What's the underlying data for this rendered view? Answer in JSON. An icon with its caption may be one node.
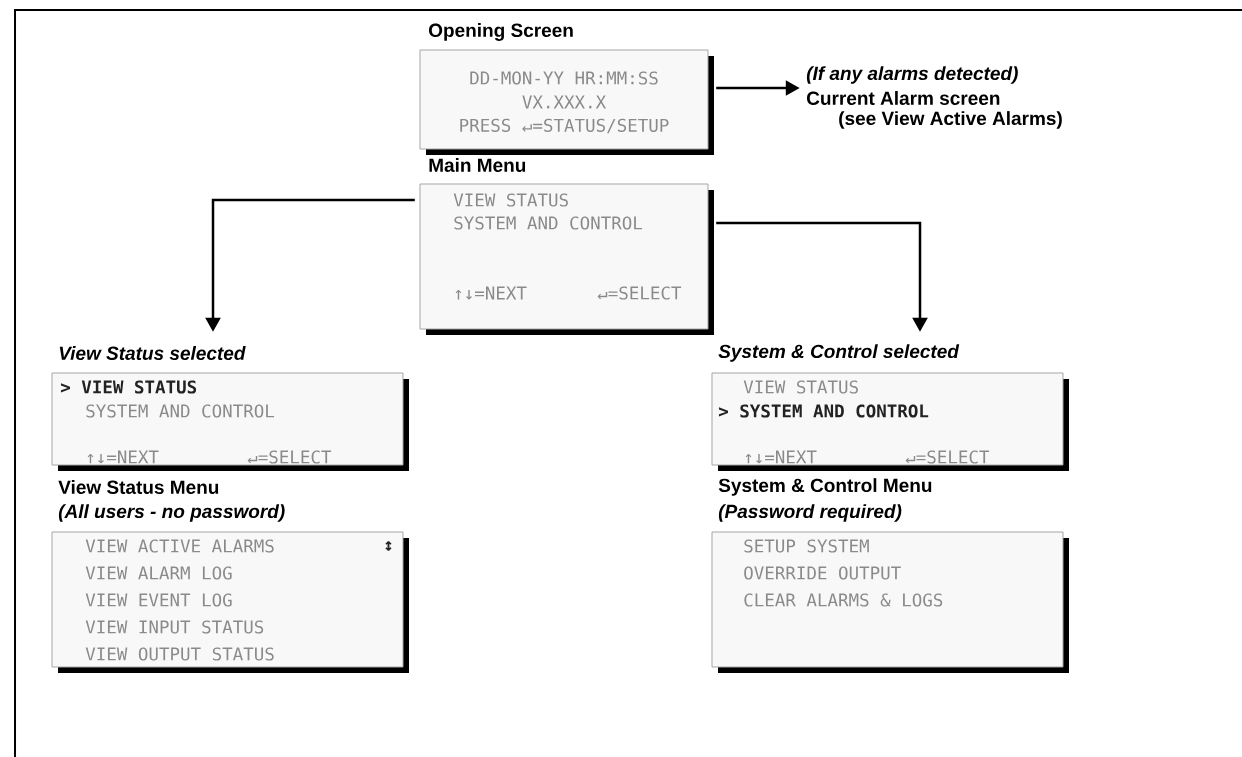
{
  "diagram": {
    "nodes": [
      {
        "text": [
          "Opening Screen",
          "DD-MON-YY HR:MM:SS",
          "VX.XXX.X",
          "PRESS ↵=STATUS/SETUP"
        ]
      },
      {
        "text": [
          "(If any alarms detected)",
          "Current Alarm screen",
          "(see View Active Alarms)"
        ]
      },
      {
        "text": [
          "Main Menu",
          "VIEW STATUS",
          "SYSTEM AND CONTROL",
          "↑↓=NEXT",
          "↵=SELECT"
        ]
      },
      {
        "text": [
          "View Status selected",
          "> VIEW STATUS",
          "SYSTEM AND CONTROL",
          "↑↓=NEXT",
          "↵=SELECT"
        ]
      },
      {
        "text": [
          "System & Control selected",
          "VIEW STATUS",
          "> SYSTEM AND CONTROL",
          "↑↓=NEXT",
          "↵=SELECT"
        ]
      },
      {
        "text": [
          "View Status Menu",
          "(All users - no password)",
          "VIEW ACTIVE ALARMS",
          "↕",
          "VIEW ALARM LOG",
          "VIEW EVENT LOG",
          "VIEW INPUT STATUS",
          "VIEW OUTPUT STATUS"
        ]
      },
      {
        "text": [
          "System & Control Menu",
          "(Password required)",
          "SETUP SYSTEM",
          "OVERRIDE OUTPUT",
          "CLEAR ALARMS & LOGS"
        ]
      }
    ],
    "edges": [
      {
        "from": 0,
        "to": 1,
        "arrow": "to"
      },
      {
        "from": 2,
        "to": 3,
        "arrow": "to"
      },
      {
        "from": 2,
        "to": 4,
        "arrow": "to"
      }
    ]
  }
}
